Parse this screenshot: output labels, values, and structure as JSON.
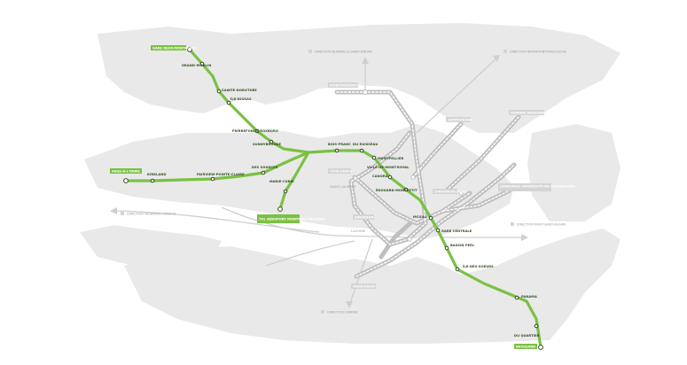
{
  "colors": {
    "rem_line": "#7ac143",
    "metro_gray": "#c8c8c8",
    "land": "#e9e9e9",
    "water": "#ffffff",
    "station_fill": "#ffffff",
    "label_dark": "#2f4a1c"
  },
  "terminals": {
    "deux_montagnes": "GARE DEUX-MONTAGNES",
    "anse_a_lorme": "ANSE-À-L'ORME",
    "airport": "YUL AÉROPORT MONTRÉAL-TRUDEAU",
    "brossard": "BROSSARD"
  },
  "stations": {
    "grand_moulin": "GRAND-MOULIN",
    "sainte_dorothee": "SAINTE-DOROTHÉE",
    "ile_bigras": "ÎLE-BIGRAS",
    "pierrefonds_roxboro": "PIERREFONDS-ROXBORO",
    "sunnybrooke": "SUNNYBROOKE",
    "bois_franc": "BOIS-FRANC",
    "du_ruisseau": "DU RUISSEAU",
    "montpellier": "MONTPELLIER",
    "canora": "CANORA",
    "ville_mont_royal": "VILLE-DE-MONT-ROYAL",
    "edouard_montpetit": "ÉDOUARD-MONTPETIT",
    "mcgill": "MCGILL",
    "gare_centrale": "GARE CENTRALE",
    "bassin_peel": "BASSIN PEEL",
    "ile_des_soeurs": "ÎLE-DES-SOEURS",
    "panama": "PANAMA",
    "du_quartier": "DU QUARTIER",
    "kirkland": "KIRKLAND",
    "fairview": "FAIRVIEW-POINTE-CLAIRE",
    "des_sources": "DES SOURCES",
    "marie_curie": "MARIE-CURIE"
  },
  "directions": {
    "blainville": "DIRECTION BLAINVILLE-SAINT-JÉRÔME",
    "repentigny": "DIRECTION REPENTIGNY-MASCOUCHE",
    "vaudreuil": "DIRECTION VAUDREUIL-HUDSON",
    "mont_saint_hilaire": "DIRECTION MONT-SAINT-HILAIRE",
    "candiac": "DIRECTION CANDIAC"
  },
  "metro_labels": {
    "montmorency": "MONTMORENCY",
    "saint_michel": "SAINT-MICHEL",
    "honore_beaugrand": "HONORÉ-BEAUGRAND",
    "cote_vertu": "CÔTE-VERTU",
    "station_de_cote": "STATION DE CÔTE",
    "saint_laurent": "SAINT-LAURENT",
    "angrignon": "ANGRIGNON",
    "longueuil": "LONGUEUIL-UNIVERSITÉ-DE-SHERBROOKE",
    "snowdon": "SNOWDON",
    "lachine": "LACHINE"
  }
}
